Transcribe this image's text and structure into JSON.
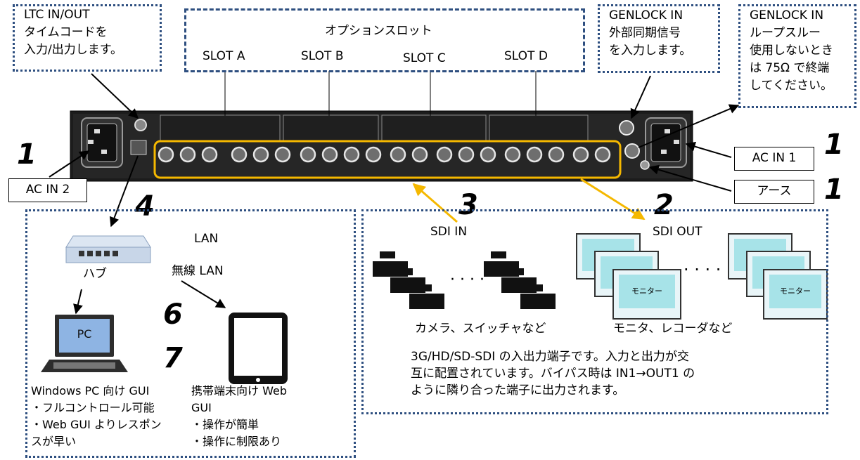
{
  "callouts": {
    "ltc": [
      "LTC IN/OUT",
      "タイムコードを",
      "入力/出力します。"
    ],
    "option_slot": {
      "title": "オプションスロット",
      "slots": [
        "SLOT A",
        "SLOT B",
        "SLOT C",
        "SLOT D"
      ]
    },
    "genlock_in": [
      "GENLOCK IN",
      "外部同期信号",
      "を入力します。"
    ],
    "genlock_loop": [
      "GENLOCK IN",
      "ループスルー",
      "使用しないとき",
      "は 75Ω で終端",
      "してください。"
    ],
    "ac_in_1": "AC IN 1",
    "ac_in_2": "AC IN 2",
    "earth": "アース"
  },
  "numbers": {
    "ac2": "1",
    "ac1": "1",
    "earth": "1",
    "lan": "4",
    "sdi_in": "3",
    "sdi_out": "2",
    "web": "6",
    "gui": "7"
  },
  "lan_panel": {
    "lan": "LAN",
    "hub": "ハブ",
    "wireless": "無線 LAN",
    "pc_screen": "PC",
    "pc_desc": [
      "Windows PC 向け GUI",
      "・フルコントロール可能",
      "・Web GUI よりレスポン",
      "スが早い"
    ],
    "mobile_desc": [
      "携帯端末向け Web",
      "GUI",
      "・操作が簡単",
      "・操作に制限あり"
    ]
  },
  "sdi_panel": {
    "sdi_in": "SDI IN",
    "sdi_out": "SDI OUT",
    "cameras": "カメラ、スイッチャなど",
    "monitors": "モニタ、レコーダなど",
    "monitor_label": "モニター",
    "description": [
      "3G/HD/SD-SDI の入出力端子です。入力と出力が交",
      "互に配置されています。バイパス時は IN1→OUT1 の",
      "ように隣り合った端子に出力されます。"
    ]
  },
  "colors": {
    "box_border": "#2e4f80",
    "highlight": "#f5b800",
    "device": "#1a1a1a"
  }
}
